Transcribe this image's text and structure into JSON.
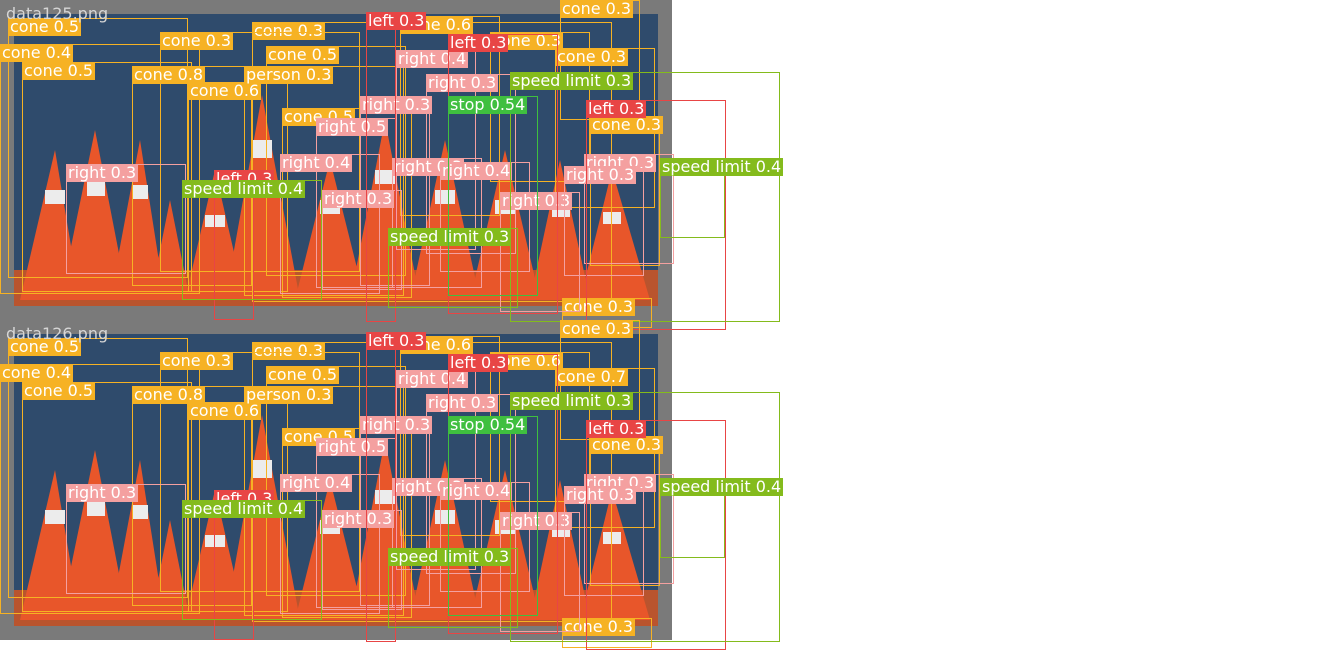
{
  "colors": {
    "cone": "#f6b224",
    "right": "#f4a0a0",
    "left": "#e84545",
    "speed limit": "#84bb1c",
    "stop": "#3fbf3f",
    "person": "#f6b224",
    "background": "#ffffff",
    "photo_frame": "#7a7a7a",
    "sky": "#2f4b6c",
    "cone_orange": "#e8562a",
    "cone_white": "#ececec"
  },
  "panels": [
    {
      "filename": "data125.png",
      "detections": [
        {
          "cls": "cone",
          "label": "cone 0.5"
        },
        {
          "cls": "cone",
          "label": "cone 0.4"
        },
        {
          "cls": "cone",
          "label": "cone 0.5"
        },
        {
          "cls": "cone",
          "label": "cone 0.3"
        },
        {
          "cls": "cone",
          "label": "cone 0.3"
        },
        {
          "cls": "cone",
          "label": "cone 0.5"
        },
        {
          "cls": "cone",
          "label": "cone 0.8"
        },
        {
          "cls": "cone",
          "label": "cone 0.6"
        },
        {
          "cls": "cone",
          "label": "cone 0.5"
        },
        {
          "cls": "cone",
          "label": "cone 0.3"
        },
        {
          "cls": "cone",
          "label": "cone 0.6"
        },
        {
          "cls": "cone",
          "label": "cone 0.3"
        },
        {
          "cls": "cone",
          "label": "cone 0.3"
        },
        {
          "cls": "cone",
          "label": "cone 0.3"
        },
        {
          "cls": "cone",
          "label": "cone 0.3"
        },
        {
          "cls": "person",
          "label": "person 0.3"
        },
        {
          "cls": "right",
          "label": "right 0.4"
        },
        {
          "cls": "right",
          "label": "right 0.3"
        },
        {
          "cls": "right",
          "label": "right 0.3"
        },
        {
          "cls": "right",
          "label": "right 0.5"
        },
        {
          "cls": "right",
          "label": "right 0.4"
        },
        {
          "cls": "right",
          "label": "right 0.3"
        },
        {
          "cls": "right",
          "label": "right 0.4"
        },
        {
          "cls": "right",
          "label": "right 0.3"
        },
        {
          "cls": "right",
          "label": "right 0.3"
        },
        {
          "cls": "right",
          "label": "right 0.3"
        },
        {
          "cls": "right",
          "label": "right 0.3"
        },
        {
          "cls": "right",
          "label": "right 0.3"
        },
        {
          "cls": "left",
          "label": "left 0.3"
        },
        {
          "cls": "left",
          "label": "left 0.3"
        },
        {
          "cls": "left",
          "label": "left 0.3"
        },
        {
          "cls": "left",
          "label": "left 0.3"
        },
        {
          "cls": "speed limit",
          "label": "speed limit 0.3"
        },
        {
          "cls": "speed limit",
          "label": "speed limit 0.4"
        },
        {
          "cls": "speed limit",
          "label": "speed limit 0.3"
        },
        {
          "cls": "speed limit",
          "label": "speed limit 0.4"
        },
        {
          "cls": "stop",
          "label": "stop 0.54"
        }
      ]
    },
    {
      "filename": "data126.png",
      "detections": [
        {
          "cls": "cone",
          "label": "cone 0.5"
        },
        {
          "cls": "cone",
          "label": "cone 0.4"
        },
        {
          "cls": "cone",
          "label": "cone 0.5"
        },
        {
          "cls": "cone",
          "label": "cone 0.3"
        },
        {
          "cls": "cone",
          "label": "cone 0.3"
        },
        {
          "cls": "cone",
          "label": "cone 0.5"
        },
        {
          "cls": "cone",
          "label": "cone 0.8"
        },
        {
          "cls": "cone",
          "label": "cone 0.6"
        },
        {
          "cls": "cone",
          "label": "cone 0.5"
        },
        {
          "cls": "cone",
          "label": "cone 0.3"
        },
        {
          "cls": "cone",
          "label": "cone 0.6"
        },
        {
          "cls": "cone",
          "label": "cone 0.6"
        },
        {
          "cls": "cone",
          "label": "cone 0.7"
        },
        {
          "cls": "cone",
          "label": "cone 0.3"
        },
        {
          "cls": "cone",
          "label": "cone 0.3"
        },
        {
          "cls": "person",
          "label": "person 0.3"
        },
        {
          "cls": "right",
          "label": "right 0.4"
        },
        {
          "cls": "right",
          "label": "right 0.3"
        },
        {
          "cls": "right",
          "label": "right 0.3"
        },
        {
          "cls": "right",
          "label": "right 0.5"
        },
        {
          "cls": "right",
          "label": "right 0.4"
        },
        {
          "cls": "right",
          "label": "right 0.3"
        },
        {
          "cls": "right",
          "label": "right 0.4"
        },
        {
          "cls": "right",
          "label": "right 0.3"
        },
        {
          "cls": "right",
          "label": "right 0.3"
        },
        {
          "cls": "right",
          "label": "right 0.3"
        },
        {
          "cls": "right",
          "label": "right 0.3"
        },
        {
          "cls": "right",
          "label": "right 0.3"
        },
        {
          "cls": "left",
          "label": "left 0.3"
        },
        {
          "cls": "left",
          "label": "left 0.3"
        },
        {
          "cls": "left",
          "label": "left 0.3"
        },
        {
          "cls": "left",
          "label": "left 0.3"
        },
        {
          "cls": "speed limit",
          "label": "speed limit 0.3"
        },
        {
          "cls": "speed limit",
          "label": "speed limit 0.4"
        },
        {
          "cls": "speed limit",
          "label": "speed limit 0.3"
        },
        {
          "cls": "speed limit",
          "label": "speed limit 0.4"
        },
        {
          "cls": "stop",
          "label": "stop 0.54"
        }
      ]
    }
  ]
}
